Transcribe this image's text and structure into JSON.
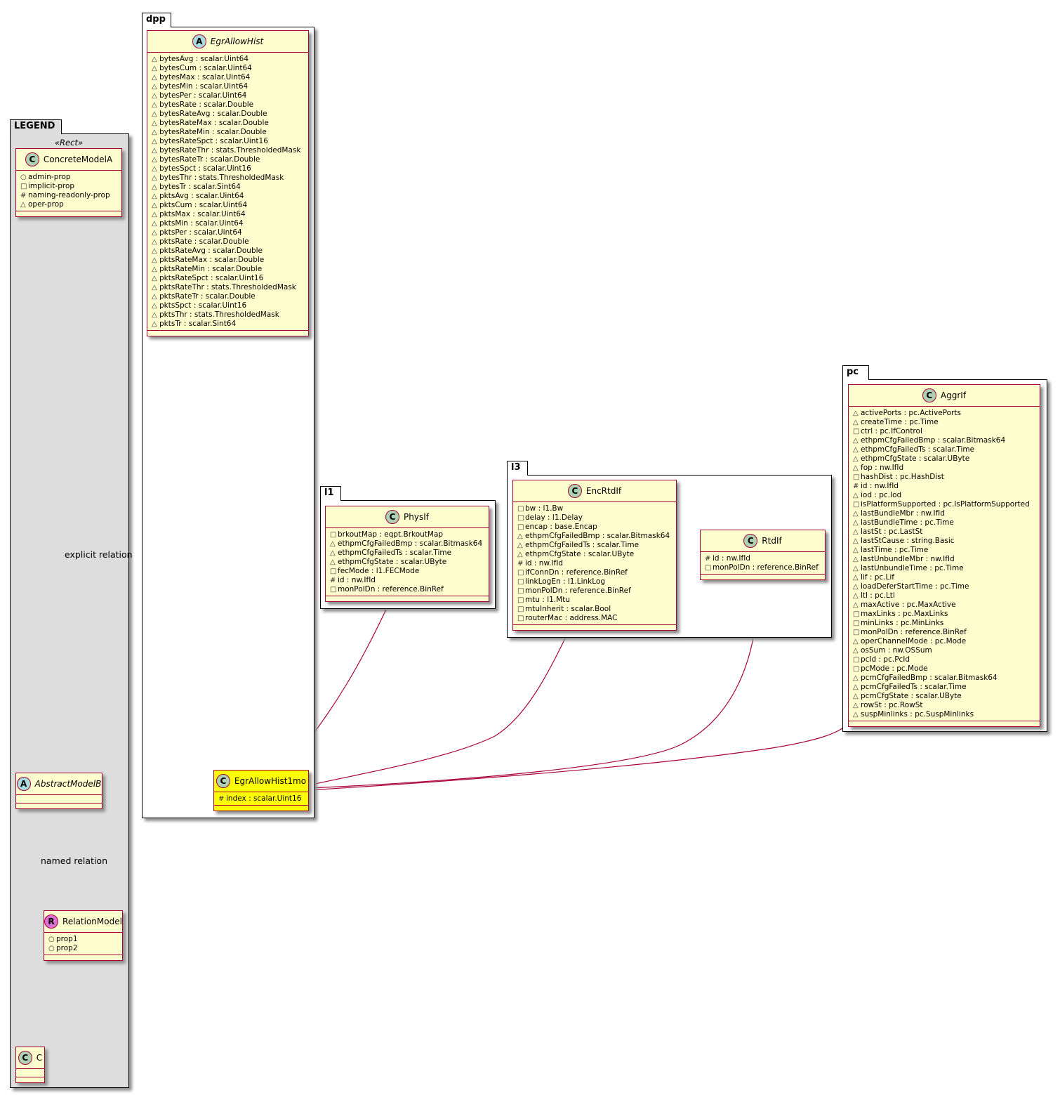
{
  "packages": {
    "legend": "LEGEND",
    "dpp": "dpp",
    "l1": "l1",
    "l3": "l3",
    "pc": "pc"
  },
  "legend": {
    "stereotype": "«Rect»",
    "concrete": {
      "name": "ConcreteModelA",
      "attrs": [
        {
          "vis": "○",
          "text": "admin-prop"
        },
        {
          "vis": "□",
          "text": "implicit-prop"
        },
        {
          "vis": "#",
          "text": "naming-readonly-prop"
        },
        {
          "vis": "△",
          "text": "oper-prop"
        }
      ]
    },
    "abstract": {
      "name": "AbstractModelB"
    },
    "relation": {
      "name": "RelationModel",
      "attrs": [
        {
          "vis": "○",
          "text": "prop1"
        },
        {
          "vis": "○",
          "text": "prop2"
        }
      ]
    },
    "c": {
      "name": "C"
    },
    "explicit_label": "explicit relation",
    "named_label": "named relation"
  },
  "classes": {
    "egr_allow_hist": {
      "name": "EgrAllowHist",
      "attrs": [
        "bytesAvg : scalar.Uint64",
        "bytesCum : scalar.Uint64",
        "bytesMax : scalar.Uint64",
        "bytesMin : scalar.Uint64",
        "bytesPer : scalar.Uint64",
        "bytesRate : scalar.Double",
        "bytesRateAvg : scalar.Double",
        "bytesRateMax : scalar.Double",
        "bytesRateMin : scalar.Double",
        "bytesRateSpct : scalar.Uint16",
        "bytesRateThr : stats.ThresholdedMask",
        "bytesRateTr : scalar.Double",
        "bytesSpct : scalar.Uint16",
        "bytesThr : stats.ThresholdedMask",
        "bytesTr : scalar.Sint64",
        "pktsAvg : scalar.Uint64",
        "pktsCum : scalar.Uint64",
        "pktsMax : scalar.Uint64",
        "pktsMin : scalar.Uint64",
        "pktsPer : scalar.Uint64",
        "pktsRate : scalar.Double",
        "pktsRateAvg : scalar.Double",
        "pktsRateMax : scalar.Double",
        "pktsRateMin : scalar.Double",
        "pktsRateSpct : scalar.Uint16",
        "pktsRateThr : stats.ThresholdedMask",
        "pktsRateTr : scalar.Double",
        "pktsSpct : scalar.Uint16",
        "pktsThr : stats.ThresholdedMask",
        "pktsTr : scalar.Sint64"
      ]
    },
    "egr_allow_hist_1mo": {
      "name": "EgrAllowHist1mo",
      "attrs": [
        {
          "vis": "#",
          "text": "index : scalar.Uint16"
        }
      ]
    },
    "phys_if": {
      "name": "PhysIf",
      "attrs": [
        {
          "vis": "□",
          "text": "brkoutMap : eqpt.BrkoutMap"
        },
        {
          "vis": "△",
          "text": "ethpmCfgFailedBmp : scalar.Bitmask64"
        },
        {
          "vis": "△",
          "text": "ethpmCfgFailedTs : scalar.Time"
        },
        {
          "vis": "△",
          "text": "ethpmCfgState : scalar.UByte"
        },
        {
          "vis": "□",
          "text": "fecMode : l1.FECMode"
        },
        {
          "vis": "#",
          "text": "id : nw.IfId"
        },
        {
          "vis": "□",
          "text": "monPolDn : reference.BinRef"
        }
      ]
    },
    "enc_rtd_if": {
      "name": "EncRtdIf",
      "attrs": [
        {
          "vis": "□",
          "text": "bw : l1.Bw"
        },
        {
          "vis": "□",
          "text": "delay : l1.Delay"
        },
        {
          "vis": "□",
          "text": "encap : base.Encap"
        },
        {
          "vis": "△",
          "text": "ethpmCfgFailedBmp : scalar.Bitmask64"
        },
        {
          "vis": "△",
          "text": "ethpmCfgFailedTs : scalar.Time"
        },
        {
          "vis": "△",
          "text": "ethpmCfgState : scalar.UByte"
        },
        {
          "vis": "#",
          "text": "id : nw.IfId"
        },
        {
          "vis": "□",
          "text": "ifConnDn : reference.BinRef"
        },
        {
          "vis": "□",
          "text": "linkLogEn : l1.LinkLog"
        },
        {
          "vis": "□",
          "text": "monPolDn : reference.BinRef"
        },
        {
          "vis": "□",
          "text": "mtu : l1.Mtu"
        },
        {
          "vis": "□",
          "text": "mtuInherit : scalar.Bool"
        },
        {
          "vis": "□",
          "text": "routerMac : address.MAC"
        }
      ]
    },
    "rtd_if": {
      "name": "RtdIf",
      "attrs": [
        {
          "vis": "#",
          "text": "id : nw.IfId"
        },
        {
          "vis": "□",
          "text": "monPolDn : reference.BinRef"
        }
      ]
    },
    "aggr_if": {
      "name": "AggrIf",
      "attrs": [
        {
          "vis": "△",
          "text": "activePorts : pc.ActivePorts"
        },
        {
          "vis": "△",
          "text": "createTime : pc.Time"
        },
        {
          "vis": "□",
          "text": "ctrl : pc.IfControl"
        },
        {
          "vis": "△",
          "text": "ethpmCfgFailedBmp : scalar.Bitmask64"
        },
        {
          "vis": "△",
          "text": "ethpmCfgFailedTs : scalar.Time"
        },
        {
          "vis": "△",
          "text": "ethpmCfgState : scalar.UByte"
        },
        {
          "vis": "△",
          "text": "fop : nw.IfId"
        },
        {
          "vis": "□",
          "text": "hashDist : pc.HashDist"
        },
        {
          "vis": "#",
          "text": "id : nw.IfId"
        },
        {
          "vis": "△",
          "text": "iod : pc.Iod"
        },
        {
          "vis": "□",
          "text": "isPlatformSupported : pc.IsPlatformSupported"
        },
        {
          "vis": "△",
          "text": "lastBundleMbr : nw.IfId"
        },
        {
          "vis": "△",
          "text": "lastBundleTime : pc.Time"
        },
        {
          "vis": "△",
          "text": "lastSt : pc.LastSt"
        },
        {
          "vis": "△",
          "text": "lastStCause : string.Basic"
        },
        {
          "vis": "△",
          "text": "lastTime : pc.Time"
        },
        {
          "vis": "△",
          "text": "lastUnbundleMbr : nw.IfId"
        },
        {
          "vis": "△",
          "text": "lastUnbundleTime : pc.Time"
        },
        {
          "vis": "△",
          "text": "lif : pc.Lif"
        },
        {
          "vis": "△",
          "text": "loadDeferStartTime : pc.Time"
        },
        {
          "vis": "△",
          "text": "ltl : pc.Ltl"
        },
        {
          "vis": "△",
          "text": "maxActive : pc.MaxActive"
        },
        {
          "vis": "□",
          "text": "maxLinks : pc.MaxLinks"
        },
        {
          "vis": "□",
          "text": "minLinks : pc.MinLinks"
        },
        {
          "vis": "□",
          "text": "monPolDn : reference.BinRef"
        },
        {
          "vis": "△",
          "text": "operChannelMode : pc.Mode"
        },
        {
          "vis": "△",
          "text": "osSum : nw.OSSum"
        },
        {
          "vis": "□",
          "text": "pcId : pc.PcId"
        },
        {
          "vis": "□",
          "text": "pcMode : pc.Mode"
        },
        {
          "vis": "△",
          "text": "pcmCfgFailedBmp : scalar.Bitmask64"
        },
        {
          "vis": "△",
          "text": "pcmCfgFailedTs : scalar.Time"
        },
        {
          "vis": "△",
          "text": "pcmCfgState : scalar.UByte"
        },
        {
          "vis": "△",
          "text": "rowSt : pc.RowSt"
        },
        {
          "vis": "△",
          "text": "suspMinlinks : pc.SuspMinlinks"
        }
      ]
    }
  },
  "colors": {
    "class_fill": "#fefece",
    "class_border": "#a80036",
    "highlight_fill": "#ffff00",
    "legend_fill": "#dddddd",
    "edge": "#a80036"
  }
}
